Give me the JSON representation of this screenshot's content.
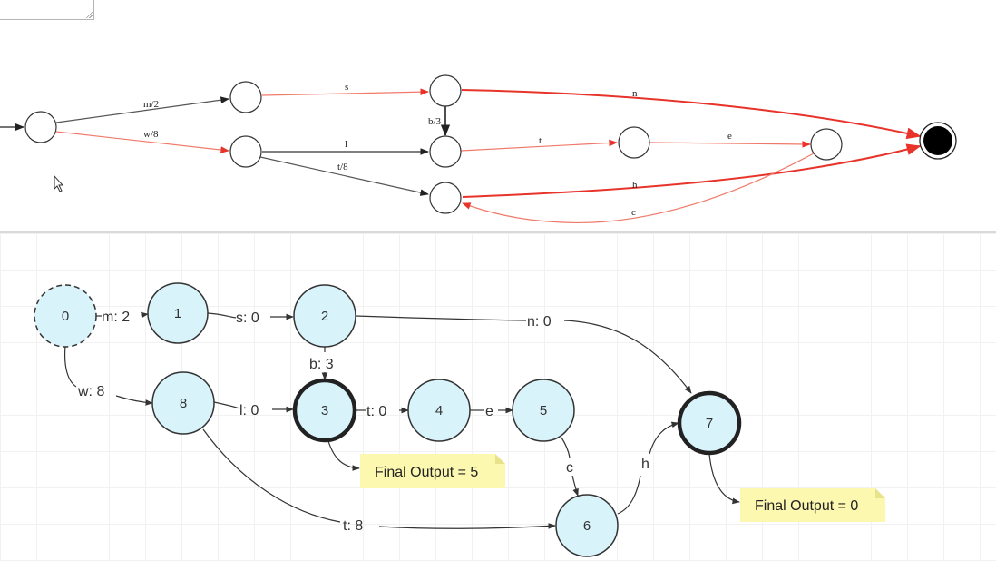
{
  "top_graph": {
    "edges": [
      {
        "from": "q0",
        "to": "q1",
        "label": "m/2",
        "color": "#555555"
      },
      {
        "from": "q0",
        "to": "q2",
        "label": "w/8",
        "color": "#f07a6a"
      },
      {
        "from": "q1",
        "to": "q3",
        "label": "s",
        "color": "#f07a6a"
      },
      {
        "from": "q2",
        "to": "q4",
        "label": "l",
        "color": "#333333"
      },
      {
        "from": "q2",
        "to": "q5",
        "label": "t/8",
        "color": "#555555"
      },
      {
        "from": "q3",
        "to": "q4",
        "label": "b/3",
        "color": "#222222"
      },
      {
        "from": "q3",
        "to": "qf",
        "label": "n",
        "color": "#e8332a"
      },
      {
        "from": "q4",
        "to": "q6",
        "label": "t",
        "color": "#f07a6a"
      },
      {
        "from": "q6",
        "to": "q7",
        "label": "e",
        "color": "#f07a6a"
      },
      {
        "from": "q5",
        "to": "qf",
        "label": "h",
        "color": "#e8332a"
      },
      {
        "from": "q7",
        "to": "q5",
        "label": "c",
        "color": "#f07a6a"
      }
    ]
  },
  "bottom_graph": {
    "nodes": [
      {
        "id": "0",
        "label": "0",
        "style": "start"
      },
      {
        "id": "1",
        "label": "1",
        "style": "normal"
      },
      {
        "id": "2",
        "label": "2",
        "style": "normal"
      },
      {
        "id": "3",
        "label": "3",
        "style": "final"
      },
      {
        "id": "4",
        "label": "4",
        "style": "normal"
      },
      {
        "id": "5",
        "label": "5",
        "style": "normal"
      },
      {
        "id": "6",
        "label": "6",
        "style": "normal"
      },
      {
        "id": "7",
        "label": "7",
        "style": "final"
      },
      {
        "id": "8",
        "label": "8",
        "style": "normal"
      }
    ],
    "edges": [
      {
        "from": "0",
        "to": "1",
        "label": "m:  2"
      },
      {
        "from": "1",
        "to": "2",
        "label": "s:  0"
      },
      {
        "from": "2",
        "to": "7",
        "label": "n:  0"
      },
      {
        "from": "2",
        "to": "3",
        "label": "b:  3"
      },
      {
        "from": "0",
        "to": "8",
        "label": "w:  8"
      },
      {
        "from": "8",
        "to": "3",
        "label": "l:  0"
      },
      {
        "from": "3",
        "to": "4",
        "label": "t:  0"
      },
      {
        "from": "4",
        "to": "5",
        "label": "e"
      },
      {
        "from": "5",
        "to": "6",
        "label": "c"
      },
      {
        "from": "6",
        "to": "7",
        "label": "h"
      },
      {
        "from": "8",
        "to": "6",
        "label": "t:  8"
      }
    ],
    "notes": [
      {
        "attached_to": "3",
        "text": "Final Output = 5"
      },
      {
        "attached_to": "7",
        "text": "Final Output = 0"
      }
    ]
  },
  "colors": {
    "node_fill": "#d9f3fb",
    "node_stroke": "#333333",
    "note_fill": "#fcf8b0",
    "red_edge": "#e8332a",
    "light_red_edge": "#f07a6a"
  }
}
